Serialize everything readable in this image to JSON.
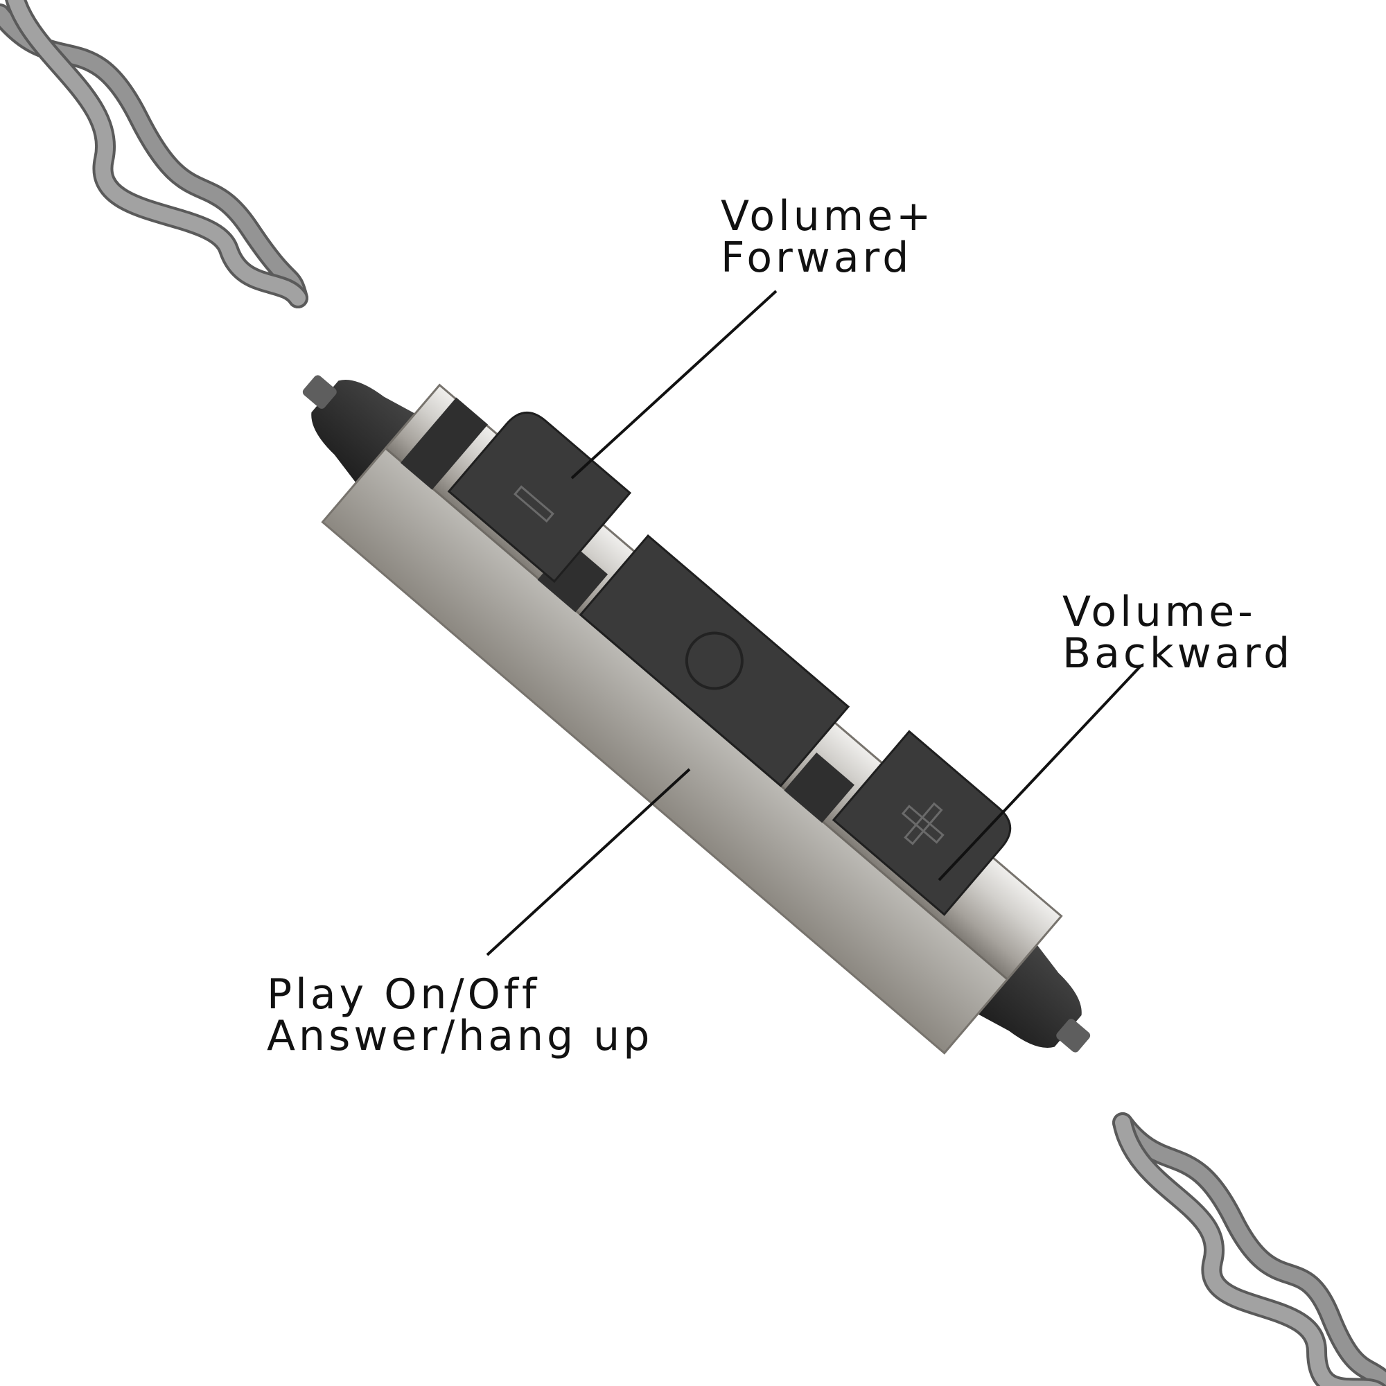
{
  "labels": {
    "volume_up": {
      "line1": "Volume+",
      "line2": "Forward"
    },
    "volume_down": {
      "line1": "Volume-",
      "line2": "Backward"
    },
    "play": {
      "line1": "Play On/Off",
      "line2": "Answer/hang up"
    }
  },
  "colors": {
    "cable": "#8a8a8a",
    "cable_shadow": "#5a5a5a",
    "metal_light": "#e2e2e2",
    "metal_dark": "#8f8a84",
    "button": "#383838",
    "strain_relief": "#2b2b2b",
    "leader_line": "#111111"
  },
  "icons": {
    "volume_up_button": "minus-icon",
    "play_button": "circle-icon",
    "volume_down_button": "plus-icon"
  }
}
